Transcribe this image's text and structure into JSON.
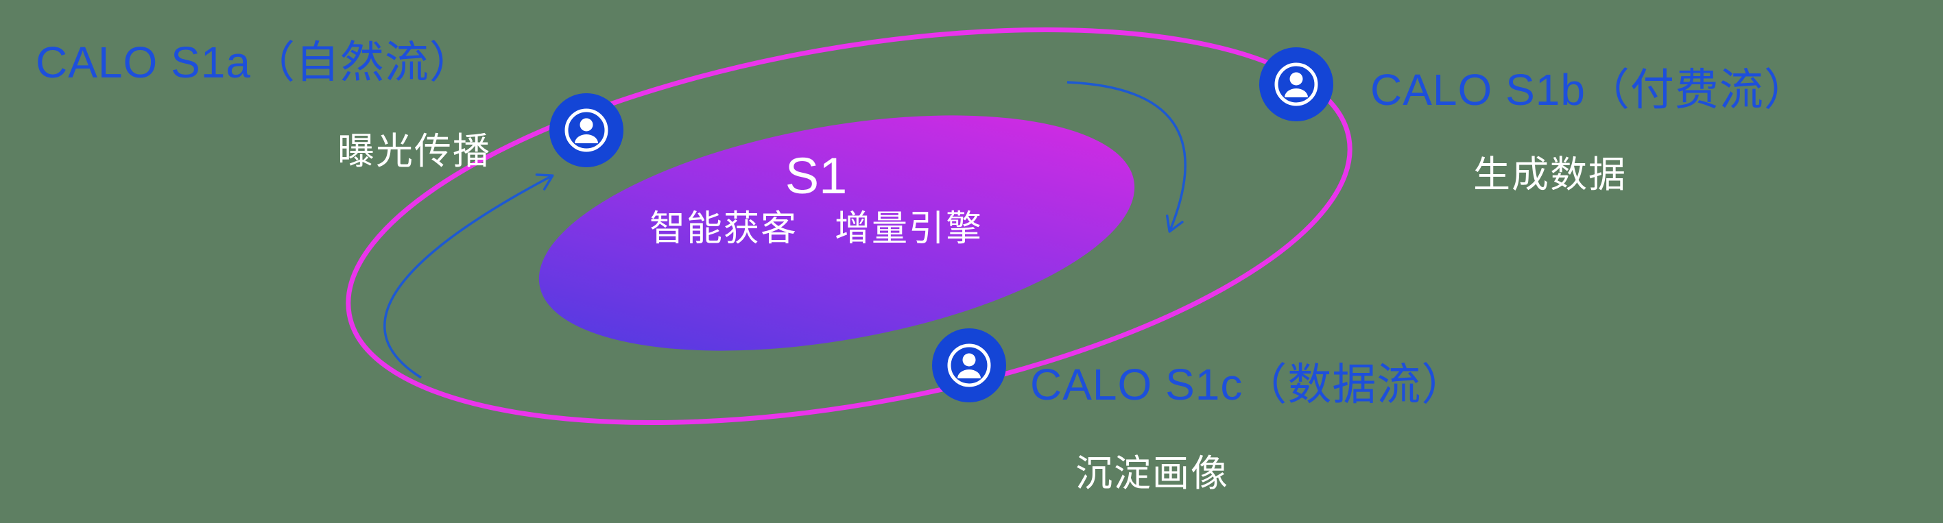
{
  "colors": {
    "background": "#5e7f62",
    "accent_blue": "#1d4fdb",
    "orbit_pink": "#ea34ec",
    "node_blue": "#1445d6",
    "arrow_blue": "#1d59d2",
    "core_gradient_from": "#4a3ce0",
    "core_gradient_mid": "#9632e6",
    "core_gradient_to": "#dc2ae2",
    "subtitle_white": "#ffffff"
  },
  "core": {
    "title": "S1",
    "subtitle": "智能获客　增量引擎"
  },
  "satellites": [
    {
      "title": "CALO S1a（自然流）",
      "subtitle": "曝光传播",
      "icon": "person-badge-icon"
    },
    {
      "title": "CALO S1b（付费流）",
      "subtitle": "生成数据",
      "icon": "person-badge-icon"
    },
    {
      "title": "CALO S1c（数据流）",
      "subtitle": "沉淀画像",
      "icon": "person-badge-icon"
    }
  ]
}
